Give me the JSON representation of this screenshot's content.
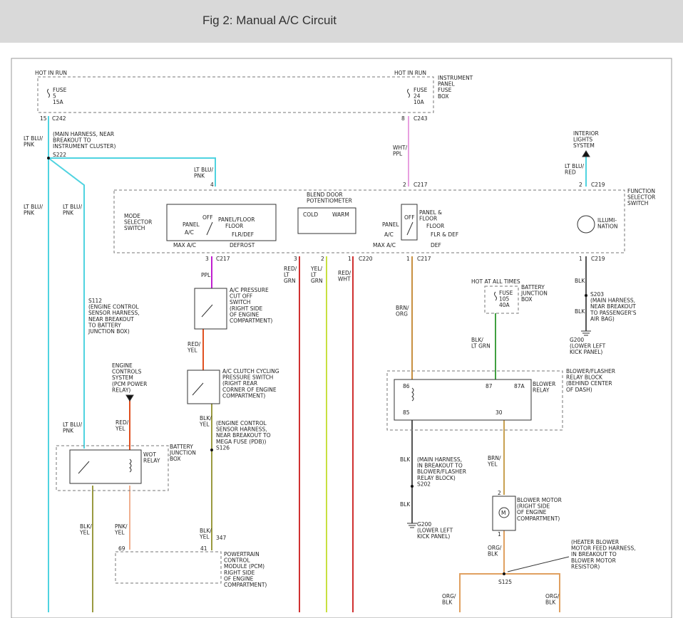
{
  "title": "Fig 2: Manual A/C Circuit",
  "colors": {
    "lt_blu_pnk": "#4fd3e0",
    "wht_ppl": "#e8a0e0",
    "ppl": "#c020d0",
    "red_yel": "#e05020",
    "blk_yel": "#9a9a40",
    "red_lt_grn": "#d03030",
    "yel_lt_grn": "#c8e040",
    "red_wht": "#d03030",
    "brn_org": "#c89040",
    "blk": "#555555",
    "blk_lt_grn": "#40a040",
    "lt_blu_red": "#4fd3e0",
    "pnk_yel": "#f0b090",
    "brn_yel": "#c8a050",
    "org_blk": "#e0a060"
  },
  "labels": {
    "hot_in_run_1": "HOT IN RUN",
    "hot_in_run_2": "HOT IN RUN",
    "fuse5": "FUSE\n5\n15A",
    "fuse24": "FUSE\n24\n10A",
    "ipfb": "INSTRUMENT\nPANEL\nFUSE\nBOX",
    "c242_pin": "15",
    "c242": "C242",
    "c243_pin": "8",
    "c243": "C243",
    "wire_ltblu_pnk_a": "LT BLU/\nPNK",
    "main_harness_1": "(MAIN HARNESS, NEAR\nBREAKOUT TO\nINSTRUMENT CLUSTER)",
    "s222": "S222",
    "wht_ppl": "WHT/\nPPL",
    "interior_lights": "INTERIOR\nLIGHTS\nSYSTEM",
    "lt_blu_red": "LT BLU/\nRED",
    "lt_blu_pnk_b": "LT BLU/\nPNK",
    "pin4": "4",
    "pin2a": "2",
    "c217a": "C217",
    "pin2b": "2",
    "c219a": "C219",
    "function_selector": "FUNCTION\nSELECTOR\nSWITCH",
    "lt_blu_pnk_c": "LT BLU/\nPNK",
    "lt_blu_pnk_d": "LT BLU/\nPNK",
    "mode_selector": "MODE\nSELECTOR\nSWITCH",
    "off_a": "OFF",
    "panel_floor": "PANEL/FLOOR",
    "panel_a": "PANEL",
    "floor_a": "FLOOR",
    "ac_a": "A/C",
    "flrdef": "FLR/DEF",
    "maxac_a": "MAX A/C",
    "defrost": "DEFROST",
    "blend_door": "BLEND DOOR\nPOTENTIOMETER",
    "cold": "COLD",
    "warm": "WARM",
    "off_b": "OFF",
    "panel_floor_b": "PANEL &\nFLOOR",
    "panel_b": "PANEL",
    "floor_b": "FLOOR",
    "ac_b": "A/C",
    "flr_def_b": "FLR & DEF",
    "maxac_b": "MAX A/C",
    "def_b": "DEF",
    "illumination": "ILLUMI-\nNATION",
    "pin3": "3",
    "c217b": "C217",
    "pin3b": "3",
    "pin2c": "2",
    "pin1a": "1",
    "c220": "C220",
    "pin1b": "1",
    "c217c": "C217",
    "pin1c": "1",
    "c219b": "C219",
    "ppl": "PPL",
    "red_lt_grn": "RED/\nLT\nGRN",
    "yel_lt_grn": "YEL/\nLT\nGRN",
    "red_wht": "RED/\nWHT",
    "s112": "S112\n(ENGINE CONTROL\nSENSOR HARNESS,\nNEAR BREAKOUT\nTO BATTERY\nJUNCTION BOX)",
    "ac_pressure_cutoff": "A/C PRESSURE\nCUT OFF\nSWITCH\n(RIGHT SIDE\nOF ENGINE\nCOMPARTMENT)",
    "hot_all_times": "HOT AT ALL TIMES",
    "fuse105": "FUSE\n105\n40A",
    "bjb_a": "BATTERY\nJUNCTION\nBOX",
    "blk_a": "BLK",
    "s203": "S203\n(MAIN HARNESS,\nNEAR BREAKOUT\nTO PASSENGER'S\nAIR BAG)",
    "blk_b": "BLK",
    "g200a": "G200\n(LOWER LEFT\nKICK PANEL)",
    "brn_org": "BRN/\nORG",
    "blk_lt_grn": "BLK/\nLT GRN",
    "red_yel_a": "RED/\nYEL",
    "ac_clutch_cycling": "A/C CLUTCH CYCLING\nPRESSURE SWITCH\n(RIGHT REAR\nCORNER OF ENGINE\nCOMPARTMENT)",
    "blower_flasher_block": "BLOWER/FLASHER\nRELAY BLOCK\n(BEHIND CENTER\nOF DASH)",
    "p86": "86",
    "p87": "87",
    "p87a": "87A",
    "p85": "85",
    "p30": "30",
    "blower_relay": "BLOWER\nRELAY",
    "engine_controls": "ENGINE\nCONTROLS\nSYSTEM\n(PCM POWER\nRELAY)",
    "red_yel_b": "RED/\nYEL",
    "blk_yel_a": "BLK/\nYEL",
    "s126": "(ENGINE CONTROL\nSENSOR HARNESS,\nNEAR BREAKOUT TO\nMEGA FUSE (PDB))\nS126",
    "lt_blu_pnk_e": "LT BLU/\nPNK",
    "wot_relay": "WOT\nRELAY",
    "bjb_b": "BATTERY\nJUNCTION\nBOX",
    "blk_c": "BLK",
    "s202": "(MAIN HARNESS,\nIN BREAKOUT TO\nBLOWER/FLASHER\nRELAY BLOCK)\nS202",
    "brn_yel": "BRN/\nYEL",
    "blk_d": "BLK",
    "g200b": "G200\n(LOWER LEFT\nKICK PANEL)",
    "pin2d": "2",
    "blower_motor": "BLOWER MOTOR\n(RIGHT SIDE\nOF ENGINE\nCOMPARTMENT)",
    "pin1d": "1",
    "blk_yel_b": "BLK/\nYEL",
    "pnk_yel": "PNK/\nYEL",
    "blk_yel_c": "BLK/\nYEL",
    "p347": "347",
    "p69": "69",
    "p41": "41",
    "pcm": "POWERTRAIN\nCONTROL\nMODULE (PCM)\nRIGHT SIDE\nOF ENGINE\nCOMPARTMENT)",
    "org_blk": "ORG/\nBLK",
    "heater_blower": "(HEATER BLOWER\nMOTOR FEED HARNESS,\nIN BREAKOUT TO\nBLOWER MOTOR\nRESISTOR)",
    "s125": "S125",
    "org_blk_b": "ORG/\nBLK",
    "org_blk_c": "ORG/\nBLK",
    "m": "M"
  }
}
